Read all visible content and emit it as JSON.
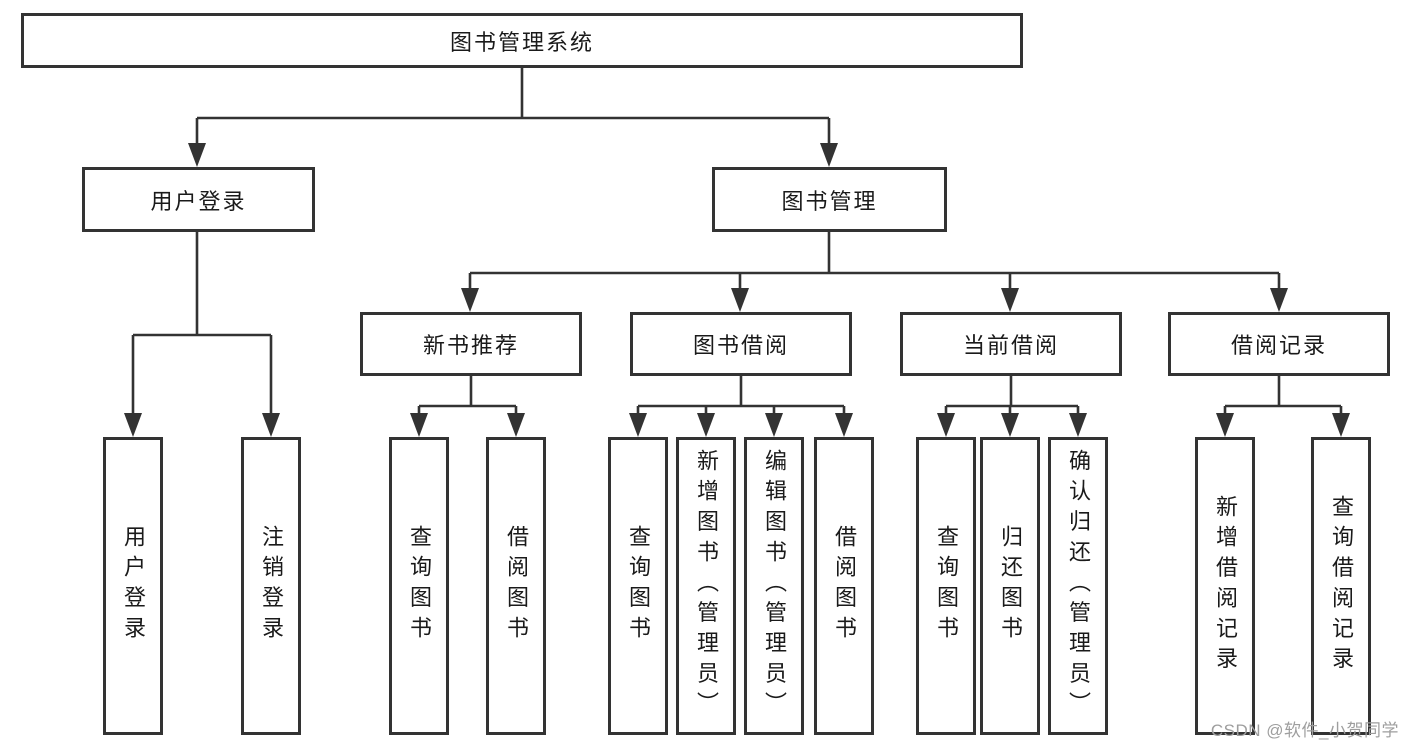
{
  "colors": {
    "line": "#333333",
    "box_border": "#333333",
    "text": "#1a1a1a",
    "background": "#ffffff",
    "watermark": "#9e9e9e"
  },
  "watermark": {
    "text": "CSDN @软件_小贺同学"
  },
  "tree": {
    "root": {
      "label": "图书管理系统"
    },
    "level2": [
      {
        "label": "用户登录"
      },
      {
        "label": "图书管理"
      }
    ],
    "level3": [
      {
        "label": "新书推荐",
        "parent": "图书管理"
      },
      {
        "label": "图书借阅",
        "parent": "图书管理"
      },
      {
        "label": "当前借阅",
        "parent": "图书管理"
      },
      {
        "label": "借阅记录",
        "parent": "图书管理"
      }
    ],
    "leaves": [
      {
        "label": "用户登录",
        "parent": "用户登录"
      },
      {
        "label": "注销登录",
        "parent": "用户登录"
      },
      {
        "label": "查询图书",
        "parent": "新书推荐"
      },
      {
        "label": "借阅图书",
        "parent": "新书推荐"
      },
      {
        "label": "查询图书",
        "parent": "图书借阅"
      },
      {
        "label": "新增图书（管理员）",
        "parent": "图书借阅"
      },
      {
        "label": "编辑图书（管理员）",
        "parent": "图书借阅"
      },
      {
        "label": "借阅图书",
        "parent": "图书借阅"
      },
      {
        "label": "查询图书",
        "parent": "当前借阅"
      },
      {
        "label": "归还图书",
        "parent": "当前借阅"
      },
      {
        "label": "确认归还（管理员）",
        "parent": "当前借阅"
      },
      {
        "label": "新增借阅记录",
        "parent": "借阅记录"
      },
      {
        "label": "查询借阅记录",
        "parent": "借阅记录"
      }
    ]
  }
}
